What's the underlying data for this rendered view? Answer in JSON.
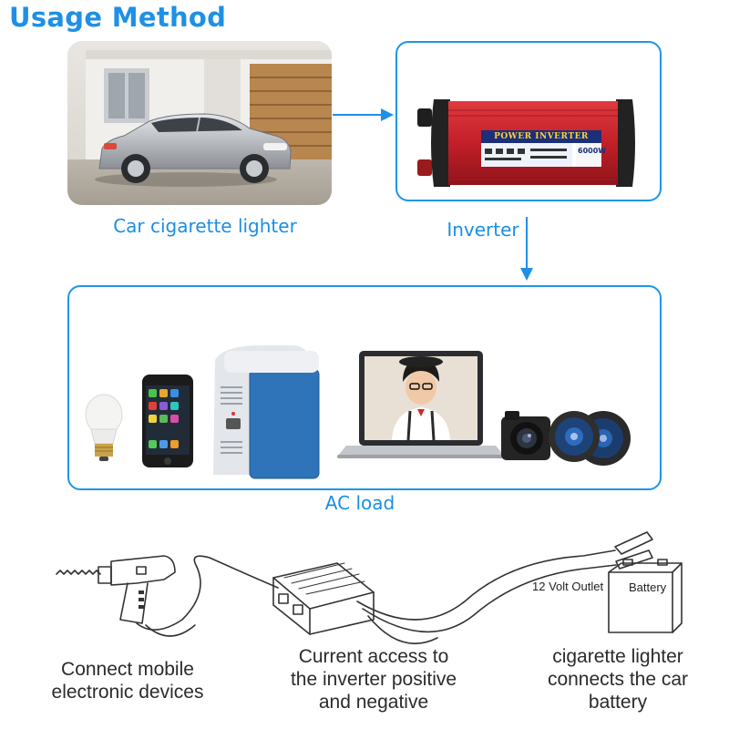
{
  "title": "Usage Method",
  "car": {
    "caption": "Car cigarette lighter"
  },
  "inverter": {
    "caption": "Inverter",
    "label": "POWER INVERTER",
    "wattage": "6000W"
  },
  "ac_load": {
    "caption": "AC load"
  },
  "sketch": {
    "outlet_label": "12 Volt Outlet",
    "battery_label": "Battery"
  },
  "steps": [
    {
      "lines": [
        "Connect mobile",
        "electronic devices"
      ]
    },
    {
      "lines": [
        "Current access to",
        "the inverter positive",
        "and negative"
      ]
    },
    {
      "lines": [
        "cigarette lighter",
        "connects the car",
        "battery"
      ]
    }
  ],
  "colors": {
    "accent": "#1e90e6",
    "inverter_red": "#c8202a",
    "fridge_blue": "#2f73b8"
  }
}
